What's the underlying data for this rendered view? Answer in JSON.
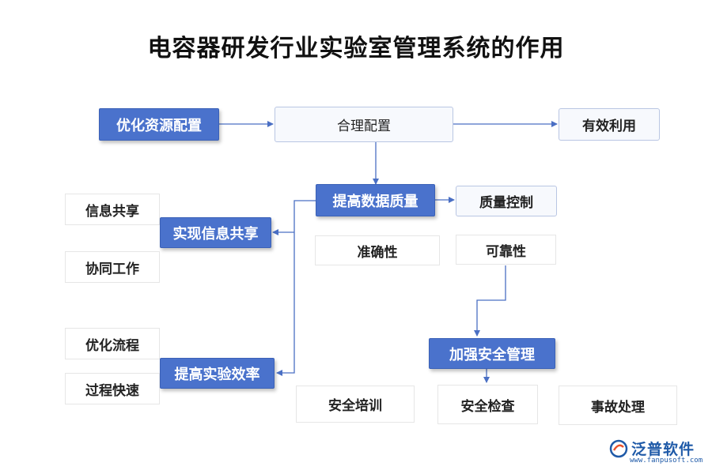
{
  "title": "电容器研发行业实验室管理系统的作用",
  "nodes": {
    "optimize_resource": "优化资源配置",
    "reasonable_config": "合理配置",
    "effective_use": "有效利用",
    "improve_data_quality": "提高数据质量",
    "quality_control": "质量控制",
    "info_share_main": "实现信息共享",
    "info_share": "信息共享",
    "collaboration": "协同工作",
    "accuracy": "准确性",
    "reliability": "可靠性",
    "strengthen_safety": "加强安全管理",
    "optimize_process": "优化流程",
    "fast_process": "过程快速",
    "improve_efficiency": "提高实验效率",
    "safety_training": "安全培训",
    "safety_inspection": "安全检查",
    "accident_handling": "事故处理"
  },
  "logo": {
    "name": "泛普软件",
    "url": "www.fanpusoft.com"
  },
  "colors": {
    "primary_box": "#4a72cc",
    "light_box": "#f7f9fd",
    "connector": "#4a6fc4",
    "brand": "#1f5aa8"
  }
}
